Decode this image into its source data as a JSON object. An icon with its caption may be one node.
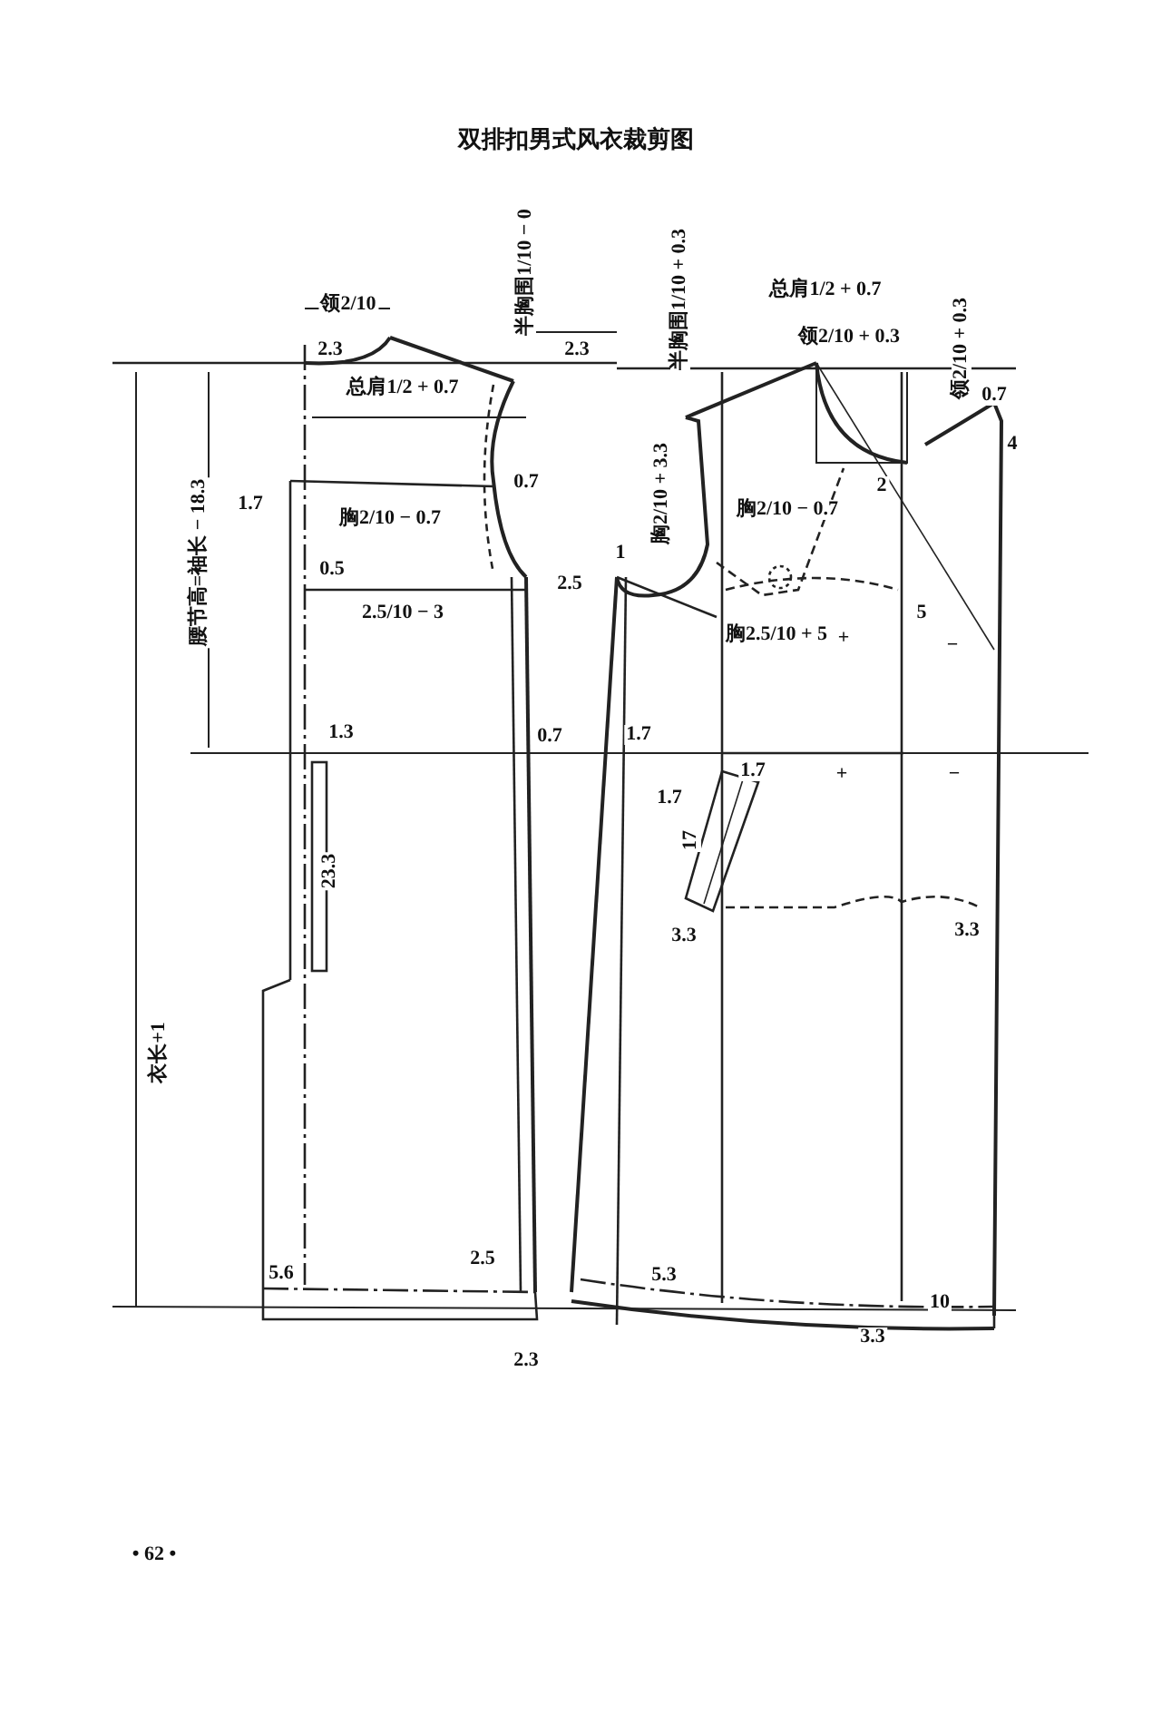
{
  "diagram": {
    "title": "双排扣男式风衣裁剪图",
    "labels": [
      "领2/10",
      "半胸围1/10 − 0",
      "2.3",
      "2.3",
      "总肩1/2 + 0.7",
      "半胸围1/10 + 0.3",
      "总肩1/2 + 0.7",
      "领2/10 + 0.3",
      "领2/10 + 0.3",
      "0.7",
      "4",
      "腰节高=袖长 − 18.3",
      "1.7",
      "胸2/10 − 0.7",
      "0.7",
      "胸2/10 + 3.3",
      "胸2/10 − 0.7",
      "2",
      "0.5",
      "2.5/10 − 3",
      "2.5",
      "1",
      "胸2.5/10 + 5",
      "+",
      "5",
      "−",
      "1.3",
      "0.7",
      "1.7",
      "1.7",
      "1.7",
      "+",
      "−",
      "17",
      "23.3",
      "3.3",
      "3.3",
      "衣长+1",
      "5.6",
      "2.5",
      "5.3",
      "2.3",
      "10",
      "3.3",
      "• 62 •"
    ]
  }
}
